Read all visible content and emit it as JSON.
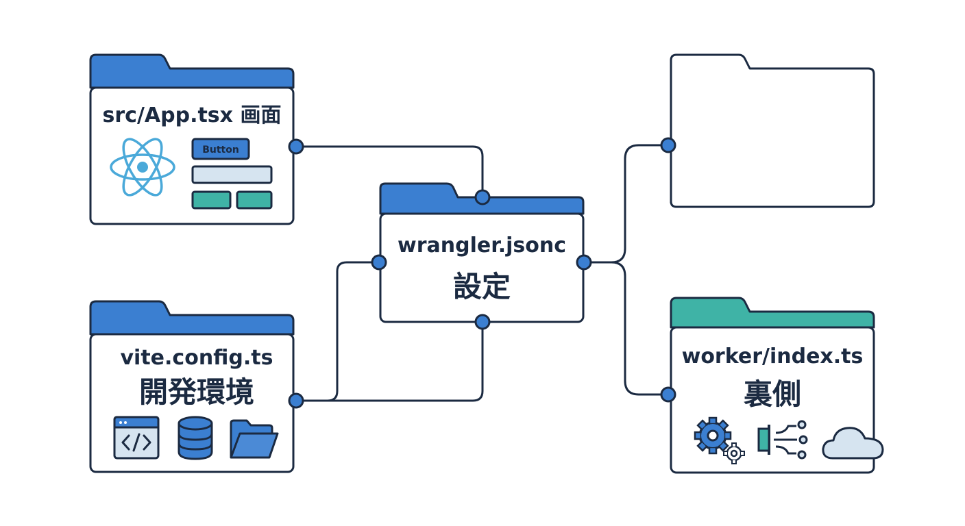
{
  "nodes": {
    "app": {
      "title": "src/App.tsx 画面",
      "button_label": "Button",
      "icon": "react-icon"
    },
    "vite": {
      "title": "vite.config.ts",
      "subtitle": "開発環境",
      "icons": [
        "code-window-icon",
        "database-icon",
        "open-folder-icon"
      ]
    },
    "wrangler": {
      "title": "wrangler.jsonc",
      "subtitle": "設定"
    },
    "empty": {
      "title": ""
    },
    "worker": {
      "title": "worker/index.ts",
      "subtitle": "裏側",
      "icons": [
        "gears-icon",
        "network-icon",
        "cloud-icon"
      ]
    }
  },
  "colors": {
    "stroke": "#1b2a41",
    "blue_tab": "#3b7fd1",
    "teal_tab": "#3fb3a6",
    "react_blue": "#4aa9d9",
    "pale_blue": "#d6e4f0",
    "teal_fill": "#3fb3a6",
    "bg": "#ffffff"
  }
}
